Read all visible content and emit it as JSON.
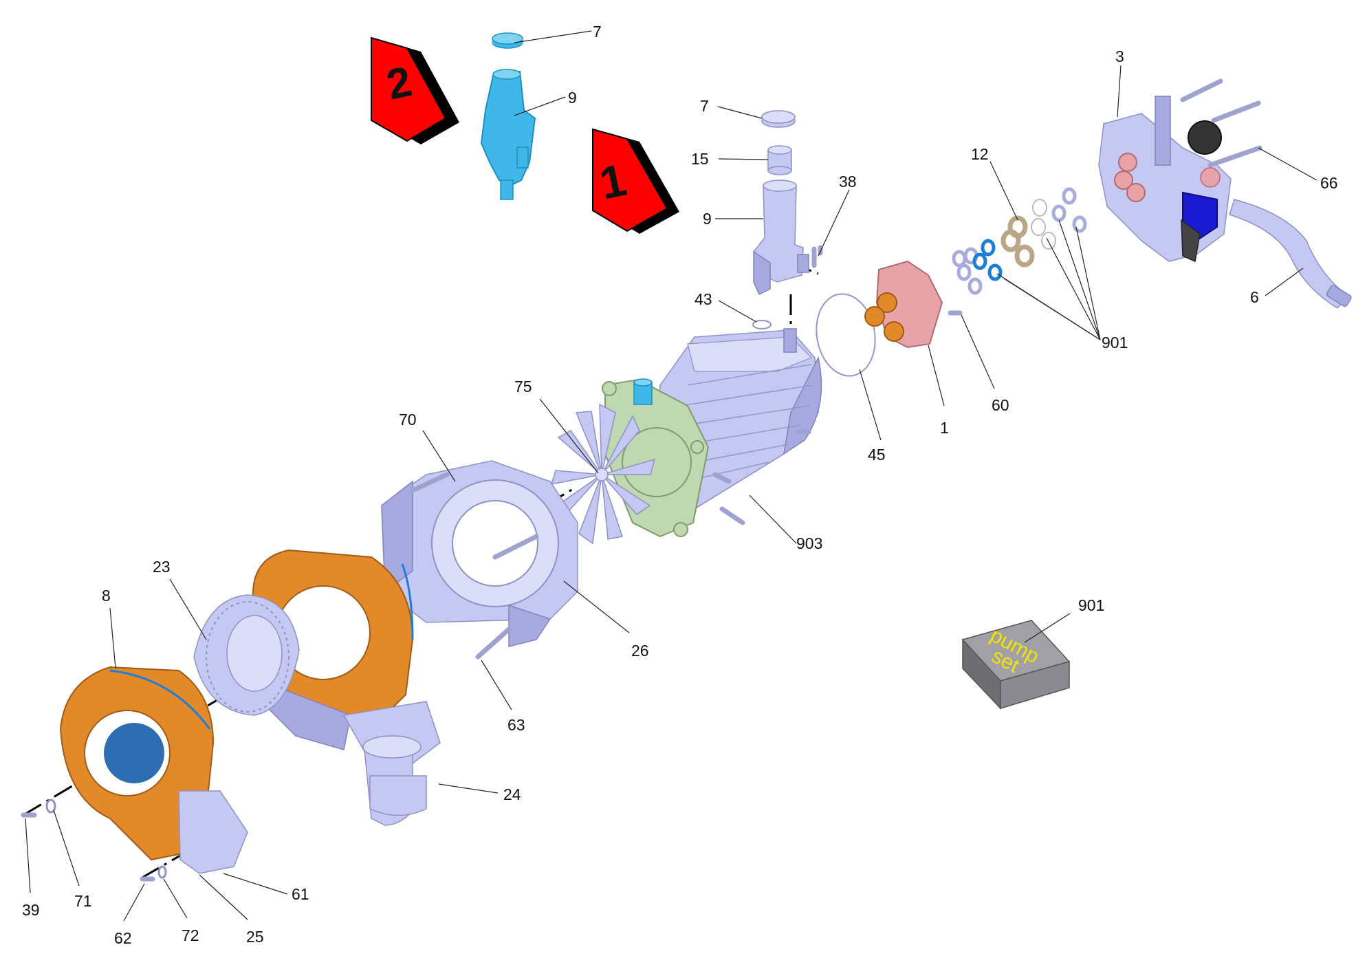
{
  "diagram": {
    "callouts": {
      "c7a": "7",
      "c9a": "9",
      "c7b": "7",
      "c15": "15",
      "c9b": "9",
      "c38": "38",
      "c43": "43",
      "c3": "3",
      "c66": "66",
      "c12": "12",
      "c6": "6",
      "c901a": "901",
      "c60": "60",
      "c45": "45",
      "c1": "1",
      "c75": "75",
      "c70": "70",
      "c903": "903",
      "c23": "23",
      "c8": "8",
      "c26": "26",
      "c63": "63",
      "c24": "24",
      "c901b": "901",
      "c39": "39",
      "c71": "71",
      "c61": "61",
      "c62": "62",
      "c72": "72",
      "c25": "25"
    },
    "variants": {
      "v1": "1",
      "v2": "2"
    },
    "box_text": {
      "line1": "pump",
      "line2": "set"
    },
    "colors": {
      "part": "#c5c8f2",
      "arrow_red": "#ff0000",
      "cyan": "#3fb7e8",
      "orange": "#e28a2a",
      "blue_ring": "#1d7ed8",
      "pink": "#e8a3a8",
      "green": "#bfd8b0",
      "box": "#7f7f84",
      "box_text": "#f2e500"
    }
  }
}
